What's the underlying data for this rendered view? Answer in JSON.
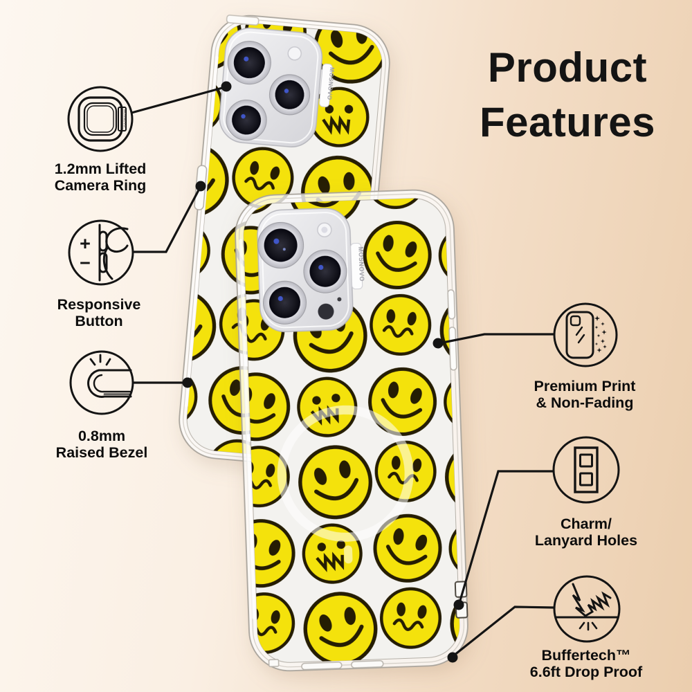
{
  "title": {
    "lines": [
      "Product",
      "Features"
    ]
  },
  "brand": "MOSNOVO",
  "features": [
    {
      "id": "lifted-camera-ring",
      "lines": [
        "1.2mm Lifted",
        "Camera Ring"
      ]
    },
    {
      "id": "responsive-button",
      "lines": [
        "Responsive",
        "Button"
      ],
      "plus": "+",
      "minus": "−"
    },
    {
      "id": "raised-bezel",
      "lines": [
        "0.8mm",
        "Raised Bezel"
      ]
    },
    {
      "id": "premium-print",
      "lines": [
        "Premium Print",
        "& Non-Fading"
      ]
    },
    {
      "id": "charm-lanyard-holes",
      "lines": [
        "Charm/",
        "Lanyard Holes"
      ]
    },
    {
      "id": "buffertech-drop-proof",
      "lines": [
        "Buffertech™",
        "6.6ft Drop Proof"
      ]
    }
  ],
  "colors": {
    "background_left": "#fdf7f0",
    "background_right": "#ebceae",
    "smiley_yellow": "#f4e20c",
    "smiley_outline": "#251d03",
    "line_black": "#141414"
  }
}
